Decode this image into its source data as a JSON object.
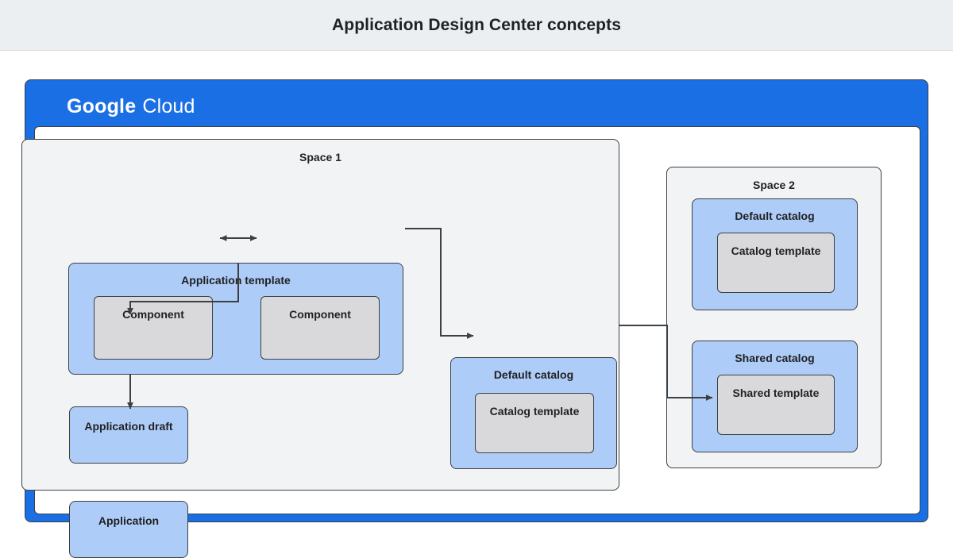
{
  "titlebar": {
    "title": "Application Design Center concepts"
  },
  "diagram": {
    "brand": {
      "word1": "Google",
      "word2": "Cloud",
      "color": "#1b6fe5"
    },
    "colors": {
      "header_blue": "#1b6fe5",
      "group_blue": "#aeccf8",
      "inner_gray": "#d9d9dc",
      "space_gray": "#f1f3f4",
      "stroke": "#3c4043",
      "titlebar_bg": "#eceff1"
    },
    "space1": {
      "label": "Space 1",
      "application_template": {
        "label": "Application template",
        "components": [
          {
            "label": "Component"
          },
          {
            "label": "Component"
          }
        ]
      },
      "application_draft": {
        "label": "Application draft"
      },
      "application": {
        "label": "Application"
      },
      "default_catalog": {
        "label": "Default catalog",
        "catalog_template": {
          "label": "Catalog template"
        }
      }
    },
    "space2": {
      "label": "Space 2",
      "default_catalog": {
        "label": "Default catalog",
        "catalog_template": {
          "label": "Catalog template"
        }
      },
      "shared_catalog": {
        "label": "Shared catalog",
        "shared_template": {
          "label": "Shared template"
        }
      }
    },
    "connectors": [
      {
        "name": "component-to-component",
        "type": "bidirectional"
      },
      {
        "name": "application-template-to-application-draft",
        "type": "arrow"
      },
      {
        "name": "application-draft-to-application",
        "type": "arrow"
      },
      {
        "name": "application-template-to-default-catalog",
        "type": "arrow"
      },
      {
        "name": "default-catalog-to-shared-catalog",
        "type": "arrow"
      }
    ]
  }
}
